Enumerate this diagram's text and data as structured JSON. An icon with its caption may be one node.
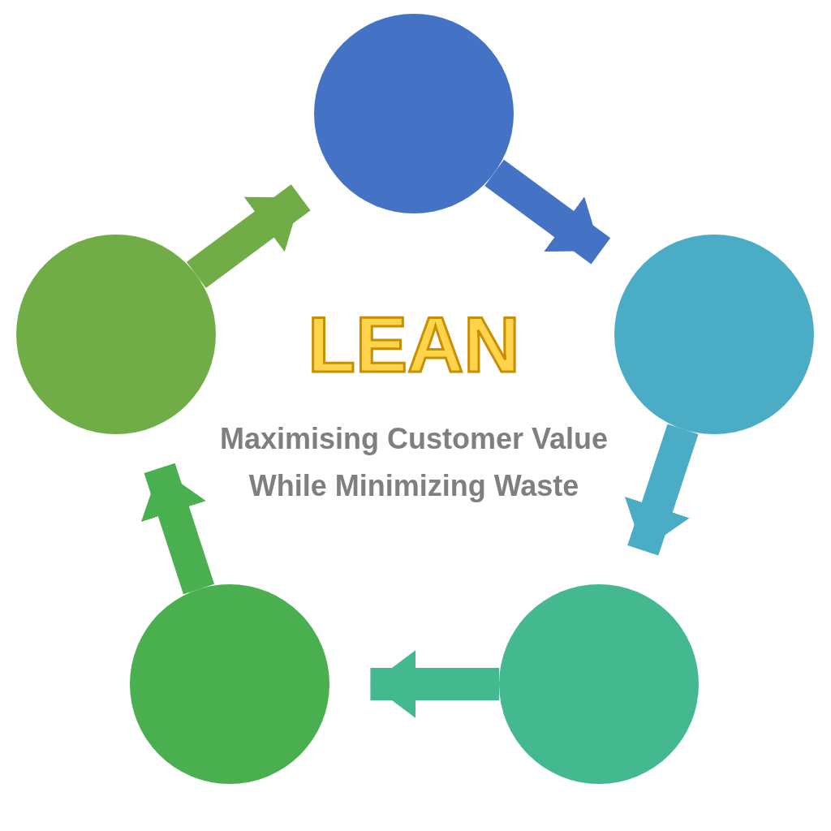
{
  "diagram": {
    "nodes": [
      {
        "text": [],
        "shape": "circle"
      },
      {
        "text": [],
        "shape": "circle"
      },
      {
        "text": [],
        "shape": "circle"
      },
      {
        "text": [],
        "shape": "circle"
      },
      {
        "text": [],
        "shape": "circle"
      }
    ],
    "edges": [
      {
        "from": 0,
        "to": 2,
        "arrow": "to",
        "color": "#4472c4"
      },
      {
        "from": 2,
        "to": 4,
        "arrow": "to",
        "color": "#4bacc6"
      },
      {
        "from": 4,
        "to": 3,
        "arrow": "to",
        "color": "#44b98f"
      },
      {
        "from": 3,
        "to": 1,
        "arrow": "to",
        "color": "#4aaf4f"
      },
      {
        "from": 1,
        "to": 0,
        "arrow": "to",
        "color": "#70ad47"
      }
    ],
    "labels": [
      "LEAN",
      "Maximising Customer Value While Minimizing Waste"
    ]
  }
}
